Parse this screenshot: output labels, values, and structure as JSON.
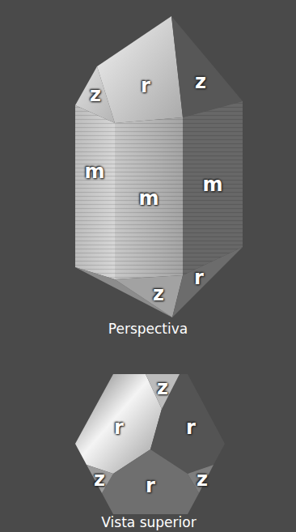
{
  "diagram": {
    "labels": [
      "z",
      "r",
      "z",
      "m",
      "m",
      "m",
      "z",
      "r",
      "Perspectiva",
      "z",
      "r",
      "r",
      "z",
      "r",
      "z",
      "Vista superior"
    ]
  }
}
